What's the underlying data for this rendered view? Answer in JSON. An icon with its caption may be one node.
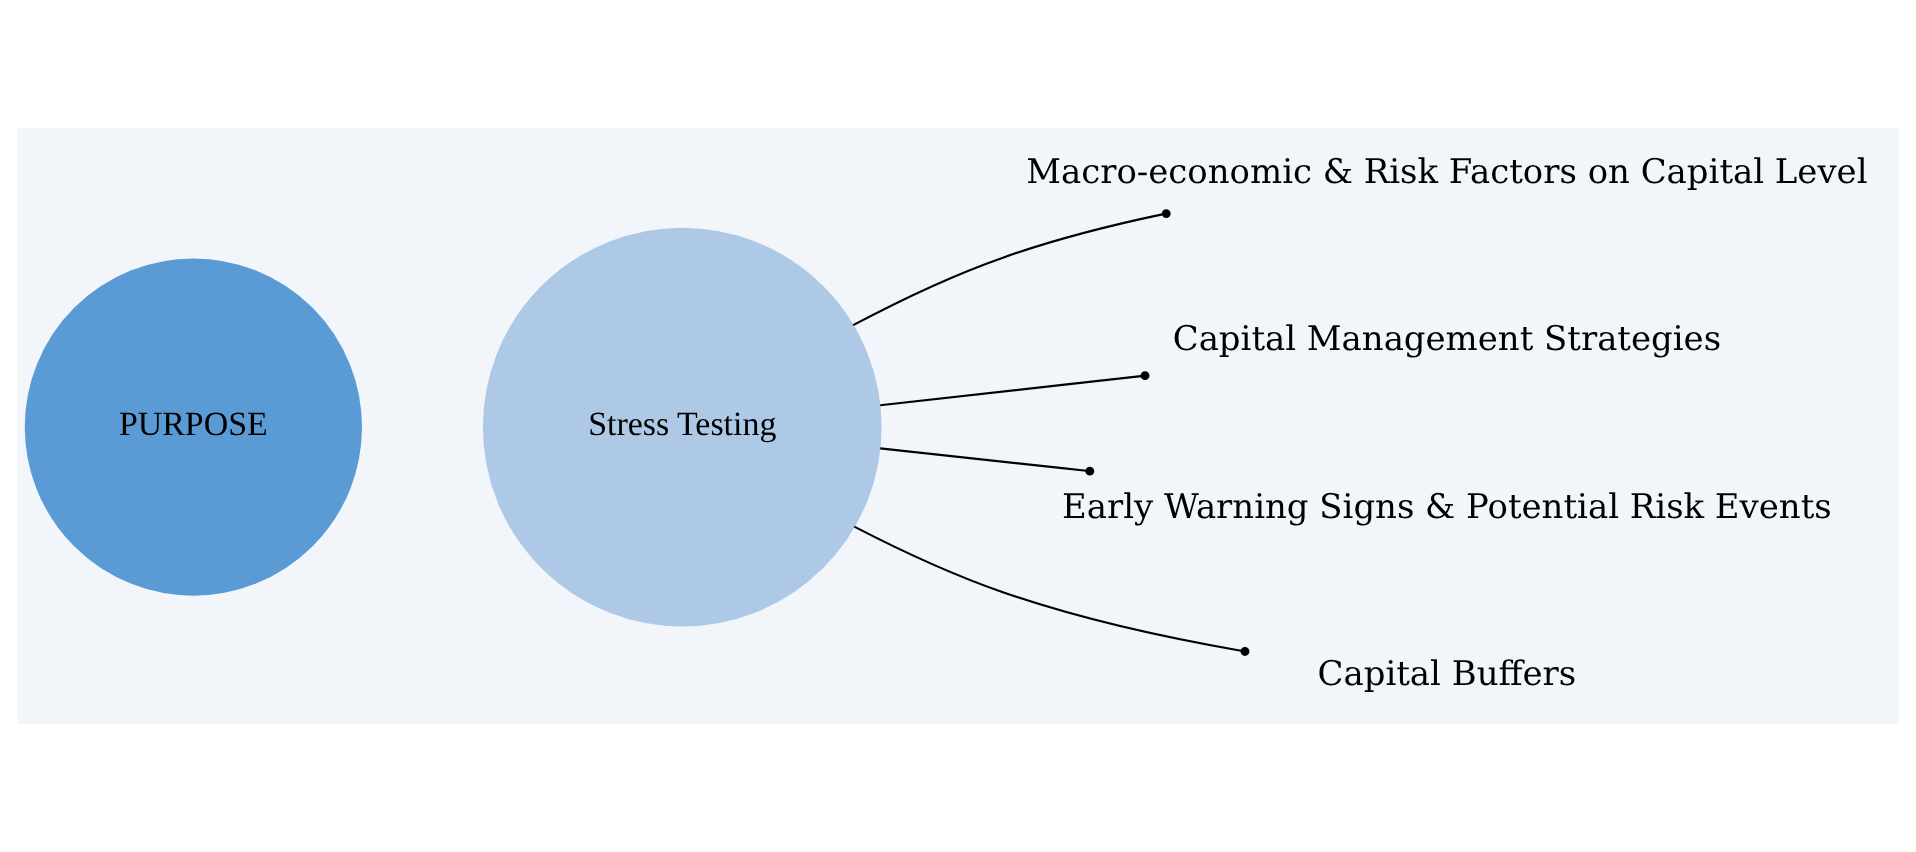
{
  "diagram": {
    "nodes": [
      {
        "text": [
          "PURPOSE"
        ]
      },
      {
        "text": [
          "Stress Testing"
        ]
      },
      {
        "text": [
          "Macro-economic & Risk Factors on Capital Level"
        ]
      },
      {
        "text": [
          "Capital Management Strategies"
        ]
      },
      {
        "text": [
          "Early Warning Signs & Potential Risk Events"
        ]
      },
      {
        "text": [
          "Capital Buffers"
        ]
      }
    ],
    "edges": [
      {
        "from": 1,
        "to": 2,
        "arrow": "other"
      },
      {
        "from": 1,
        "to": 3,
        "arrow": "other"
      },
      {
        "from": 1,
        "to": 4,
        "arrow": "other"
      },
      {
        "from": 1,
        "to": 5,
        "arrow": "other"
      }
    ]
  }
}
